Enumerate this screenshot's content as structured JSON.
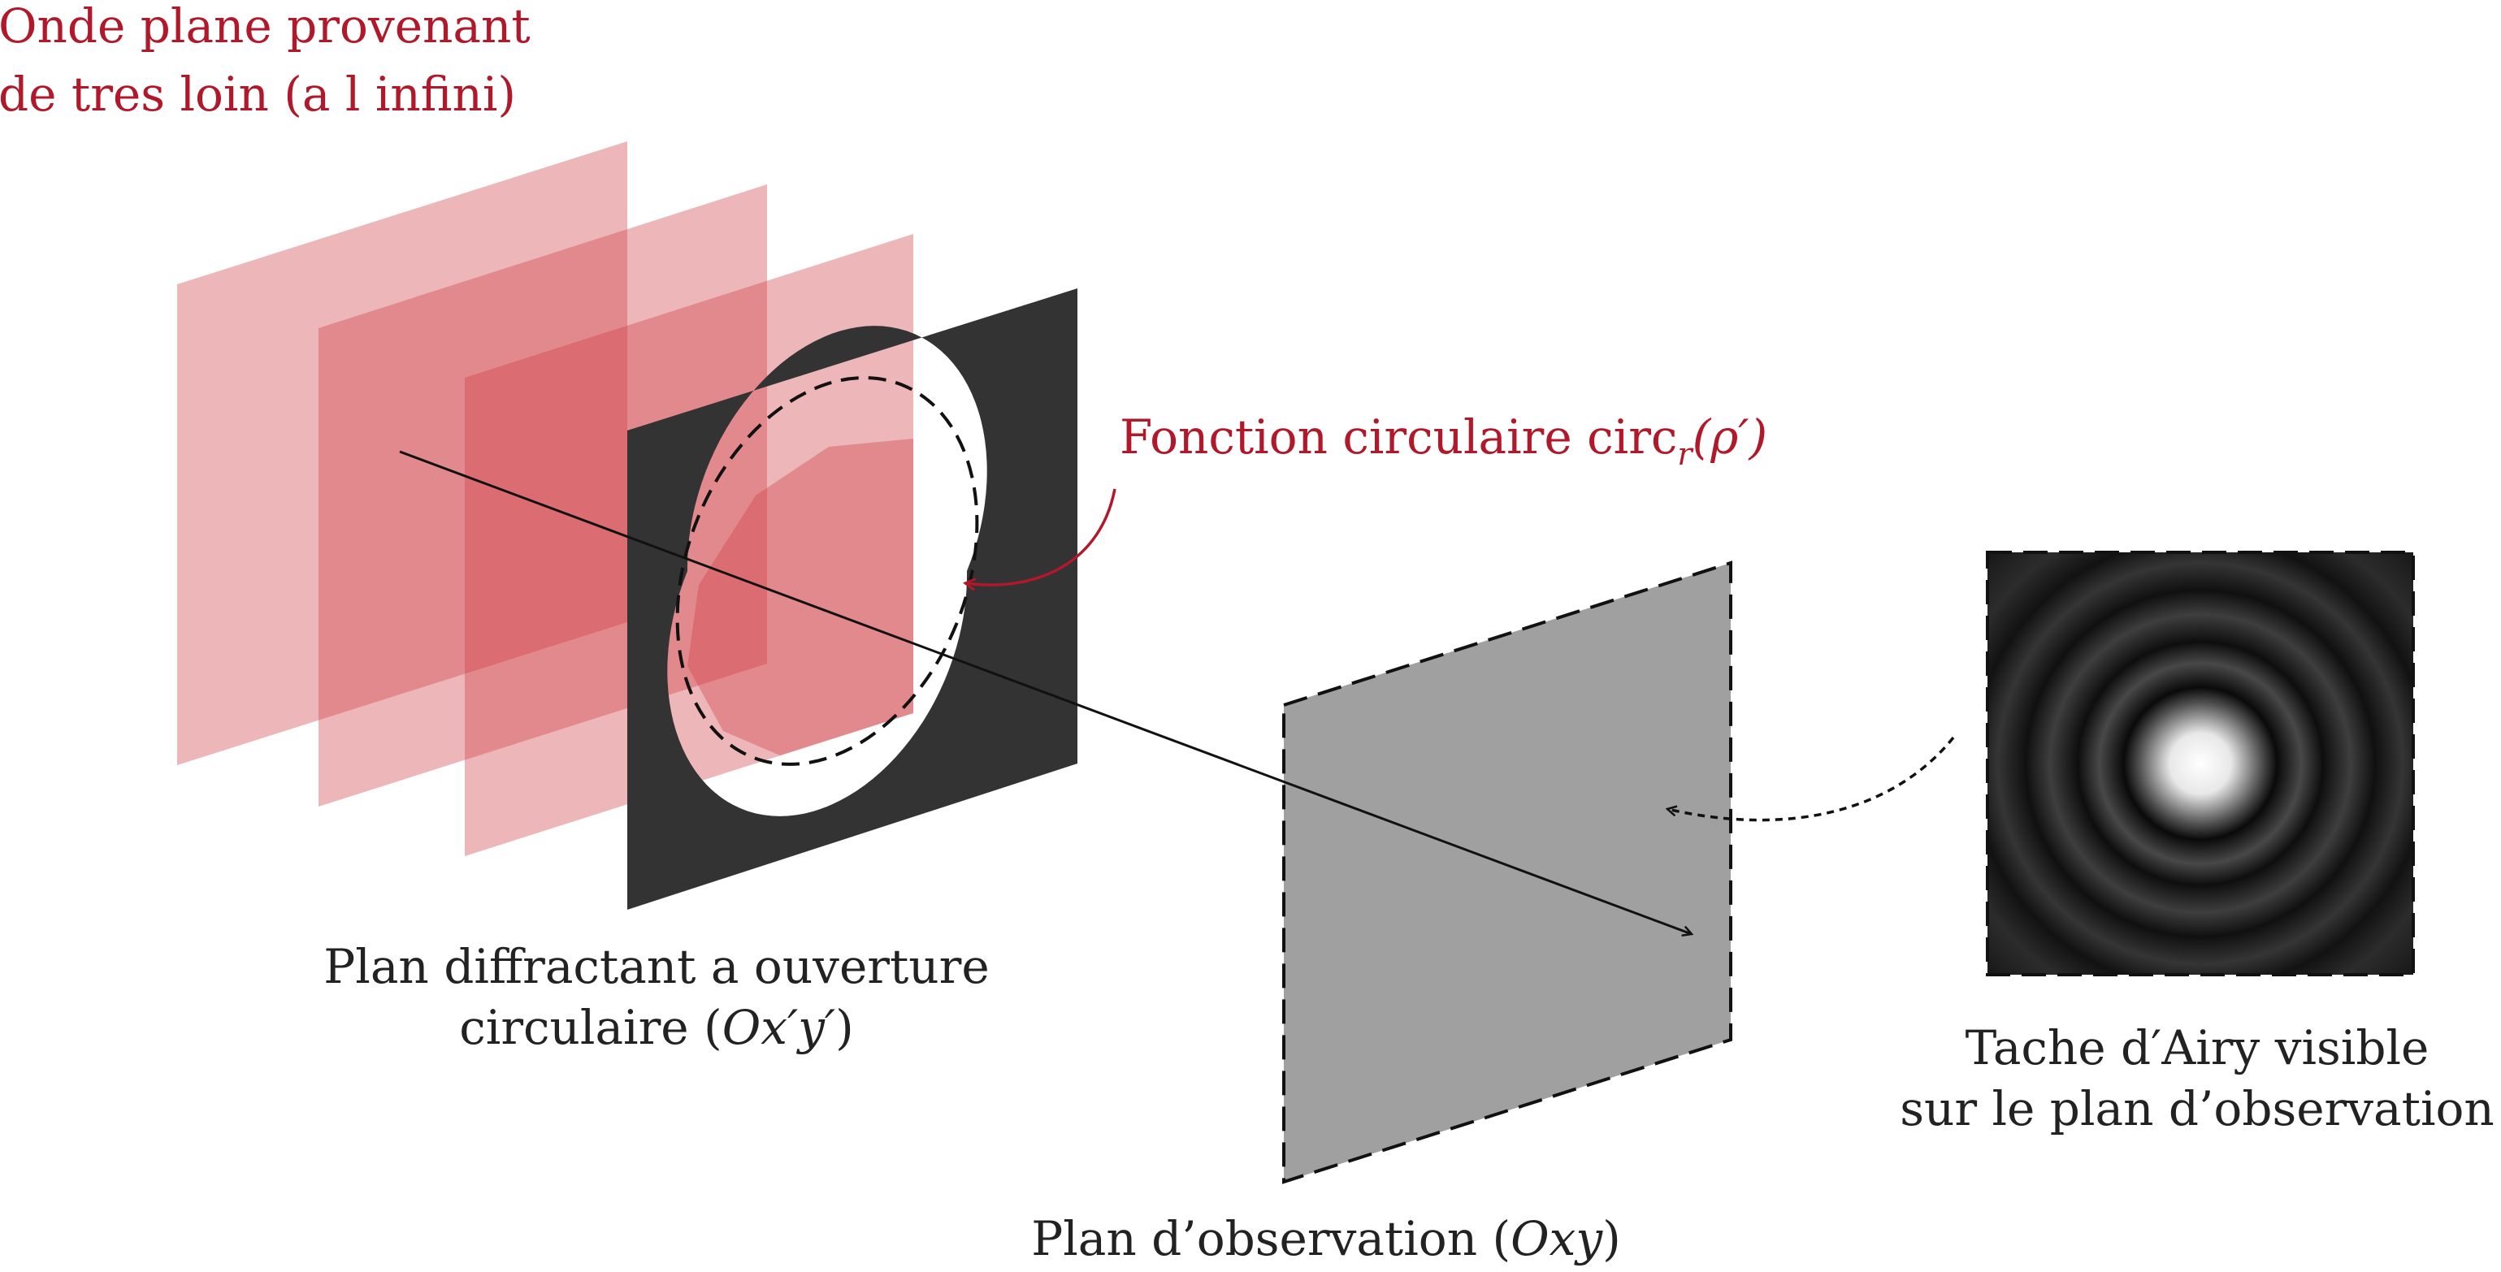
{
  "labels": {
    "wave_line1": "Onde plane provenant",
    "wave_line2": "de tres loin (a l infini)",
    "circ_function": "Fonction circulaire circ",
    "circ_sub": "r",
    "circ_arg": "(ρ′)",
    "diffract_line1": "Plan diffractant a ouverture",
    "diffract_line2_prefix": "circulaire (",
    "diffract_line2_math": "Ox′y′",
    "diffract_line2_suffix": ")",
    "observation_prefix": "Plan d’observation (",
    "observation_math": "Oxy",
    "observation_suffix": ")",
    "airy_line1": "Tache d′Airy visible",
    "airy_line2": "sur le plan d’observation"
  },
  "colors": {
    "accent_red": "#b1182a",
    "wave_fill": "#d04048",
    "screen_dark": "#333333",
    "observation_grey": "#a0a0a0",
    "text_dark": "#222222"
  },
  "airy": {
    "ring_count": 4
  }
}
